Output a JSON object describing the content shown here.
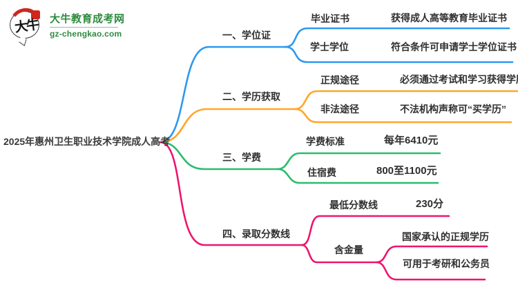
{
  "logo": {
    "mark_text": "大牛",
    "site_name": "大牛教育成考网",
    "site_domain": "gz-chengkao.com",
    "brand_green": "#2e8b3e",
    "brand_red": "#cf271e"
  },
  "root": {
    "label": "2025年惠州卫生职业技术学院成人高考"
  },
  "branches": [
    {
      "label": "一、学位证",
      "color": "#2b98f0",
      "children": [
        {
          "label": "毕业证书",
          "value": "获得成人高等教育毕业证书"
        },
        {
          "label": "学士学位",
          "value": "符合条件可申请学士学位证书"
        }
      ]
    },
    {
      "label": "二、学历获取",
      "color": "#ffa62b",
      "children": [
        {
          "label": "正规途径",
          "value": "必须通过考试和学习获得学历"
        },
        {
          "label": "非法途径",
          "value": "不法机构声称可“买学历”"
        }
      ]
    },
    {
      "label": "三、学费",
      "color": "#2abd6e",
      "children": [
        {
          "label": "学费标准",
          "value": "每年6410元"
        },
        {
          "label": "住宿费",
          "value": "800至1100元"
        }
      ]
    },
    {
      "label": "四、录取分数线",
      "color": "#ef146e",
      "children": [
        {
          "label": "最低分数线",
          "value": "230分"
        },
        {
          "label": "含金量",
          "children": [
            {
              "value": "国家承认的正规学历"
            },
            {
              "value": "可用于考研和公务员"
            }
          ]
        }
      ]
    }
  ]
}
